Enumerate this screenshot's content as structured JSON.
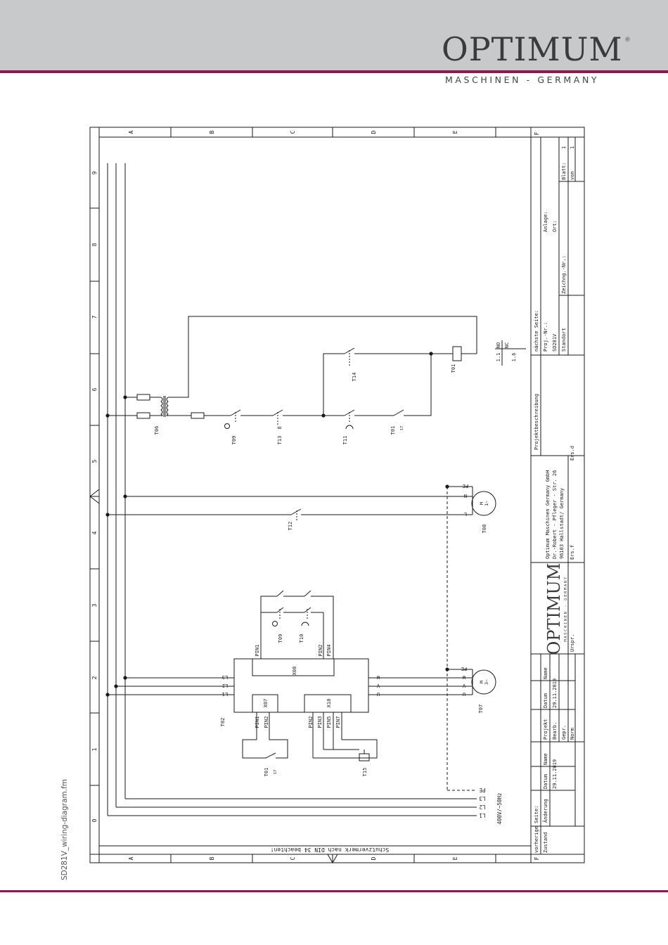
{
  "header": {
    "logo_word": "OPTIMUM",
    "registered": "®",
    "tagline": "MASCHINEN - GERMANY"
  },
  "document": {
    "file_name": "SD281V_wiring-diagram.fm"
  },
  "colors": {
    "brand_bar": "#8b1a4f",
    "header_bg": "#c8c9ca",
    "line": "#1a1a1a",
    "title_text": "#3b3b3b"
  },
  "frame": {
    "rows": [
      "A",
      "B",
      "C",
      "D",
      "E",
      "F"
    ],
    "columns": [
      "0",
      "1",
      "2",
      "3",
      "4",
      "5",
      "6",
      "7",
      "8",
      "9"
    ],
    "note": "Schutzvermerk nach DIN 34 beachten!"
  },
  "supply": {
    "lines": [
      "L1",
      "L2",
      "L3",
      "PE"
    ],
    "rating": "400V/~50Hz"
  },
  "components": {
    "T01": "T01",
    "T02": "T02",
    "T06": "T06",
    "T07": "T07",
    "T08": "T08",
    "T09": "T09",
    "T10": "T10",
    "T11": "T11",
    "T12": "T12",
    "T13": "T13",
    "T14": "T14",
    "T15": "T15",
    "X07": "X07",
    "X08": "X08",
    "X10": "X10",
    "contact_ref": "17",
    "pins": {
      "pin1": "PIN1",
      "pin2": "PIN2",
      "pin3": "PIN3",
      "pin4": "PIN4",
      "pin5": "PIN5",
      "pin7": "PIN7"
    },
    "vfd_in": [
      "L1",
      "L2",
      "L3"
    ],
    "vfd_out": [
      "U",
      "V",
      "W"
    ],
    "motor3_terms": [
      "PE",
      "W",
      "V",
      "U"
    ],
    "motor3_label": "M\n3~",
    "motor1_terms": [
      "PE",
      "N",
      "L"
    ],
    "motor1_label": "M\n1~",
    "t13_mark": "E",
    "contact_table": {
      "no": "NO",
      "nc": "NC",
      "v1": "1.1",
      "v2": "1.6"
    }
  },
  "title_block": {
    "prev_page": "vorherige Seite:",
    "zustand": "Zustand",
    "aenderung": "Änderung",
    "datum": "Datum",
    "name": "Name",
    "change_date": "29.11.2019",
    "projekt": "Projekt",
    "bearb": "Bearb.",
    "gepr": "Gepr.",
    "norm": "Norm",
    "proj_date": "29.11.2019",
    "company": "Optimum Maschinen Germany GmbH",
    "street": "Dr.-Robert - Pfleger - Str. 26",
    "city": "96103 Hallstadt/ Germany",
    "ersf": "Ers.f",
    "ersd": "Ers.d",
    "urspr": "Urspr.",
    "projektbeschreibung": "Projektbeschreibung",
    "next_page": "nächste Seite:",
    "proj_nr": "Proj.-Nr.:",
    "model": "SD281V",
    "standort": "Standort",
    "anlage": "Anlage:",
    "ort": "Ort:",
    "zeichng": "Zeichng.-Nr.:",
    "blatt": "Blatt:",
    "blatt_val": "1",
    "von": "von",
    "von_val": "1"
  }
}
